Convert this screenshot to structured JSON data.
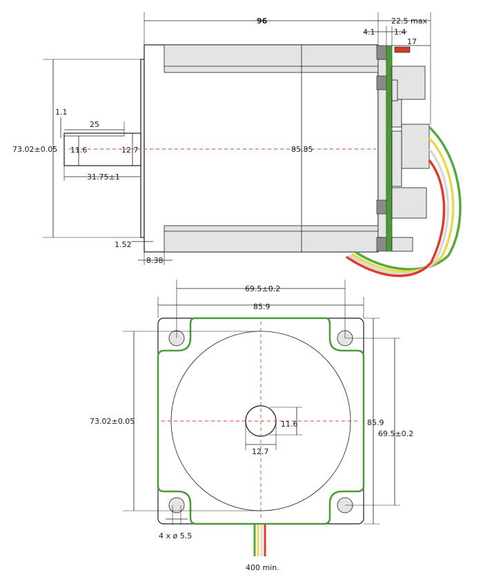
{
  "side_view": {
    "length_label": "96",
    "rear_label": "22.5 max",
    "rear_gap_label": "4.1",
    "pcb_label": "1.4",
    "connector_label": "17",
    "flange_height_label": "73.02±0.05",
    "shaft_flat_label": "1.1",
    "shaft_key_label": "25",
    "shaft_inner_label": "11.6",
    "shaft_dia_label": "12.7",
    "shaft_len_label": "31.75±1",
    "body_height_label": "85.85",
    "flange_thk_label": "1.52",
    "boss_label": "8.38"
  },
  "front_view": {
    "hole_pitch_label": "69.5±0.2",
    "width_label": "85.9",
    "height_label": "85.9",
    "hole_pitch_v_label": "69.5±0.2",
    "pilot_label": "73.02±0.05",
    "shaft_flat_label": "11.6",
    "shaft_dia_label": "12.7",
    "holes_label": "4 x ø 5.5",
    "lead_label": "400 min."
  },
  "colors": {
    "centerline": "#e03a2a",
    "pcb": "#4a9a3a",
    "wire_green": "#5aa83a",
    "wire_yellow": "#e8d84a",
    "wire_white": "#d8d8d8",
    "wire_red": "#e03a2a"
  }
}
